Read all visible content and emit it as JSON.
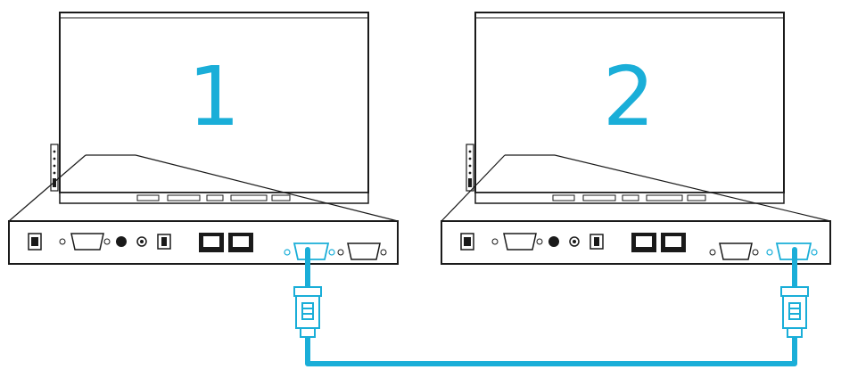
{
  "displays": [
    {
      "number": "1"
    },
    {
      "number": "2"
    }
  ],
  "colors": {
    "accent": "#1aaed8",
    "line": "#1a1a1a",
    "port_fill": "#222222",
    "panel_fill": "#ffffff"
  },
  "icons": {
    "display": "interactive-display-icon",
    "connector_panel": "connector-panel-icon",
    "serial_port": "rs232-port-icon",
    "serial_plug": "rs232-plug-icon",
    "ethernet": "ethernet-port-icon",
    "cable": "serial-cable"
  }
}
